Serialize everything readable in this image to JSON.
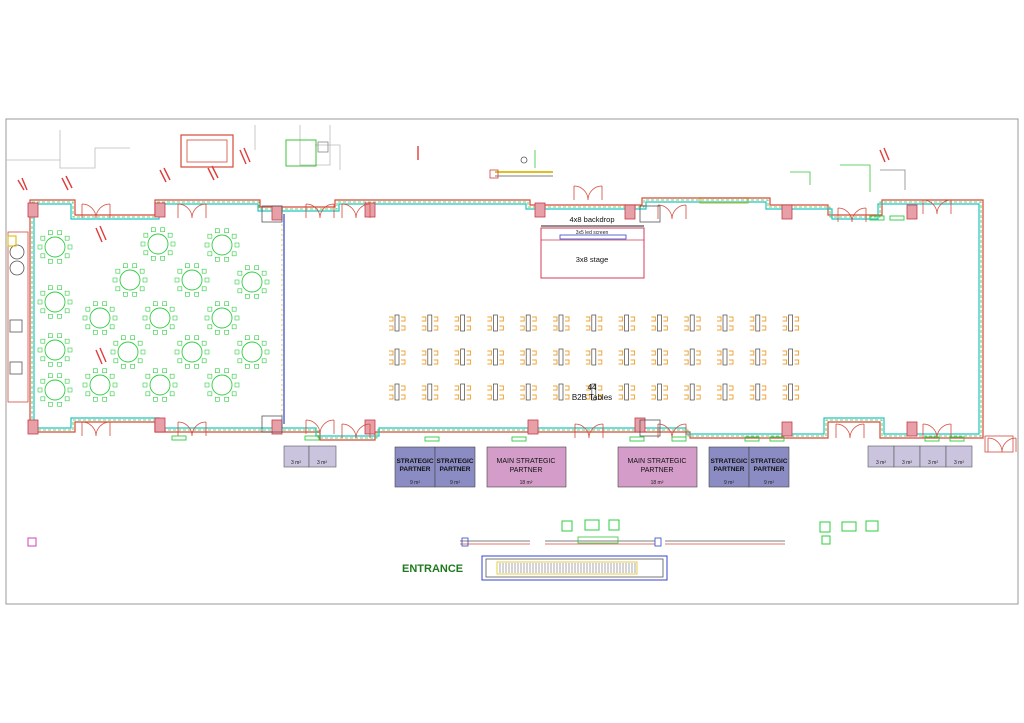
{
  "stage": {
    "backdrop_label": "4x8 backdrop",
    "screen_label": "3x5 led screen",
    "stage_label": "3x8 stage"
  },
  "b2b": {
    "count_label": "44",
    "tables_label": "B2B Tables"
  },
  "booths": {
    "left_small": [
      "3 m²",
      "3 m²"
    ],
    "strategic_left": [
      {
        "line1": "STRATEGIC",
        "line2": "PARTNER",
        "size": "9 m²"
      },
      {
        "line1": "STRATEGIC",
        "line2": "PARTNER",
        "size": "9 m²"
      }
    ],
    "main_left": {
      "line1": "MAIN STRATEGIC",
      "line2": "PARTNER",
      "size": "18 m²"
    },
    "main_right": {
      "line1": "MAIN STRATEGIC",
      "line2": "PARTNER",
      "size": "18 m²"
    },
    "strategic_right": [
      {
        "line1": "STRATEGIC",
        "line2": "PARTNER",
        "size": "9 m²"
      },
      {
        "line1": "STRATEGIC",
        "line2": "PARTNER",
        "size": "9 m²"
      }
    ],
    "right_small": [
      "3 m²",
      "3 m²",
      "3 m²",
      "3 m²"
    ]
  },
  "entrance_label": "ENTRANCE",
  "colors": {
    "wall_outer": "#d64a3a",
    "wall_inner": "#22c3c3",
    "wall_green": "#39c439",
    "table_green": "#2ecc40",
    "chair_orange": "#f0a030",
    "strategic_fill": "#8c8cc4",
    "main_fill": "#d49cc8",
    "small_fill": "#cbc4df",
    "entrance_text": "#1f7a1f",
    "stage_line": "#d23c5a"
  }
}
